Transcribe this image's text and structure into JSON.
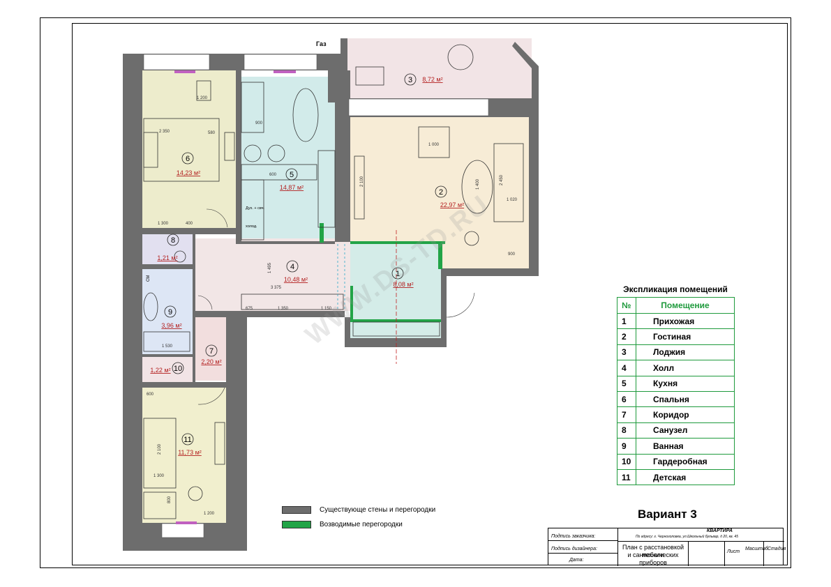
{
  "rooms": [
    {
      "num": "1",
      "area": "8,08 м²"
    },
    {
      "num": "2",
      "area": "22,97 м²"
    },
    {
      "num": "3",
      "area": "8,72 м²"
    },
    {
      "num": "4",
      "area": "10,48 м²"
    },
    {
      "num": "5",
      "area": "14,87 м²"
    },
    {
      "num": "6",
      "area": "14,23 м²"
    },
    {
      "num": "7",
      "area": "2,20 м²"
    },
    {
      "num": "8",
      "area": "1,21 м²"
    },
    {
      "num": "9",
      "area": "3,96 м²"
    },
    {
      "num": "10",
      "area": "1,22 м²"
    },
    {
      "num": "11",
      "area": "11,73 м²"
    }
  ],
  "labels": {
    "gas": "Газ",
    "oven": "Дух. + свч.",
    "fridge": "холод.",
    "sm": "СМ"
  },
  "dimensions": [
    "1 200",
    "2 350",
    "580",
    "1 300",
    "400",
    "900",
    "600",
    "3 375",
    "1 495",
    "675",
    "1 350",
    "1 150",
    "1 000",
    "2 100",
    "1 400",
    "2 450",
    "1 020",
    "900",
    "1 530",
    "2 100",
    "1 300",
    "1 200",
    "800",
    "600"
  ],
  "explication": {
    "title": "Экспликация помещений",
    "col_num": "№",
    "col_room": "Помещение",
    "rows": [
      {
        "num": "1",
        "name": "Прихожая"
      },
      {
        "num": "2",
        "name": "Гостиная"
      },
      {
        "num": "3",
        "name": "Лоджия"
      },
      {
        "num": "4",
        "name": "Холл"
      },
      {
        "num": "5",
        "name": "Кухня"
      },
      {
        "num": "6",
        "name": "Спальня"
      },
      {
        "num": "7",
        "name": "Коридор"
      },
      {
        "num": "8",
        "name": "Санузел"
      },
      {
        "num": "9",
        "name": "Ванная"
      },
      {
        "num": "10",
        "name": "Гардеробная"
      },
      {
        "num": "11",
        "name": "Детская"
      }
    ]
  },
  "variant": "Вариант 3",
  "legend": {
    "existing": "Существующе  стены и перегородки",
    "new": "Возводимые перегородки"
  },
  "stamp": {
    "client_sign": "Подпись заказчика:",
    "designer_sign": "Подпись дизайнера:",
    "date": "Дата:",
    "object": "КВАРТИРА",
    "address": "По адресу: г. Черноголовка, ул.Школьный бульвар, д 20, кв. 45",
    "sheet_title_1": "План с расстановкой мебели",
    "sheet_title_2": "и сантехнических приборов",
    "sheet": "Лист",
    "scale": "Масштаб",
    "stage": "Стадия"
  },
  "watermark": "WWW.DS-TD.RU",
  "colors": {
    "wall": "#6d6d6d",
    "new_wall": "#22a447",
    "room1": "#d4ece8",
    "room2": "#f7ecd6",
    "room3": "#f2e4e6",
    "room4": "#f2e6e6",
    "room5": "#d2ebea",
    "room6": "#edeccc",
    "room7": "#f2dede",
    "room8": "#e2e0f0",
    "room9": "#dde6f5",
    "room10": "#f2e4e6",
    "room11": "#f1efce",
    "area_text": "#b32020"
  }
}
